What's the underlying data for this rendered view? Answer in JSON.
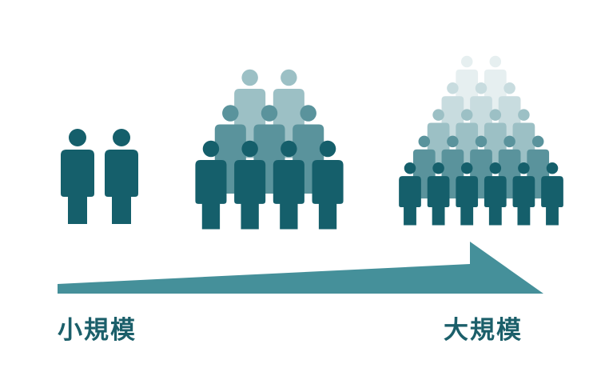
{
  "labels": {
    "small": "小規模",
    "large": "大規模"
  },
  "colors": {
    "front": "#155f6b",
    "row2": "#5a939c",
    "row3": "#9cc0c5",
    "row4": "#c8dcdf",
    "row5": "#e6eff0",
    "arrow": "#45909a",
    "text": "#1b5f6a"
  },
  "groups": {
    "small": {
      "rows": [
        {
          "count": 2,
          "color": "front"
        }
      ]
    },
    "medium": {
      "rows": [
        {
          "count": 2,
          "color": "row3"
        },
        {
          "count": 3,
          "color": "row2"
        },
        {
          "count": 4,
          "color": "front"
        }
      ]
    },
    "large": {
      "rows": [
        {
          "count": 2,
          "color": "row5"
        },
        {
          "count": 3,
          "color": "row4"
        },
        {
          "count": 4,
          "color": "row3"
        },
        {
          "count": 5,
          "color": "row2"
        },
        {
          "count": 6,
          "color": "front"
        }
      ]
    }
  },
  "arrow": {
    "direction": "left-to-right",
    "meaning": "scale increases"
  }
}
